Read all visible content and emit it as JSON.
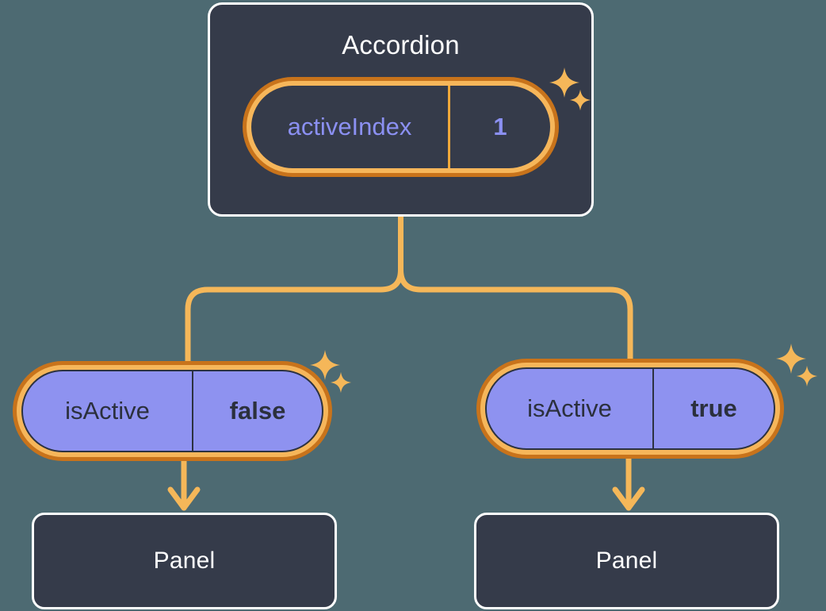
{
  "diagram": {
    "type": "component-state-tree",
    "background_color": "#4d6a72",
    "accent_color": "#f0a93a",
    "ring_outer_color": "#c8731b",
    "ring_inner_color": "#f6b65a",
    "card_bg_color": "#353b4a",
    "card_border_color": "#ffffff",
    "state_pill_purple": "#8e92f0",
    "state_text_purple": "#8b90f2",
    "state_text_dark": "#2b303d"
  },
  "root": {
    "title": "Accordion",
    "state": {
      "key": "activeIndex",
      "value": "1"
    },
    "sparkle_icon": "sparkles-icon"
  },
  "branches": [
    {
      "state": {
        "key": "isActive",
        "value": "false"
      },
      "child_title": "Panel",
      "sparkle_icon": "sparkles-icon"
    },
    {
      "state": {
        "key": "isActive",
        "value": "true"
      },
      "child_title": "Panel",
      "sparkle_icon": "sparkles-icon"
    }
  ]
}
